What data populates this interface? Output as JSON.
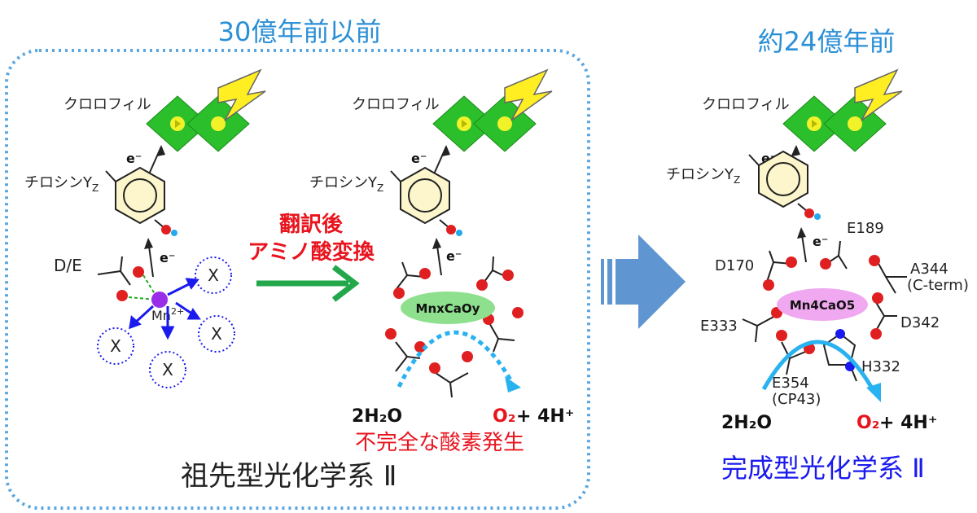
{
  "headers": {
    "left_title": "30億年前以前",
    "right_title": "約24億年前"
  },
  "labels": {
    "chlorophyll": "クロロフィル",
    "tyrosine": "チロシンY",
    "tyrosine_sub": "Z",
    "electron": "e⁻",
    "de": "D/E",
    "mn_ion": "Mn",
    "mn_ion_sup": "2+",
    "x": "X",
    "translation_line1": "翻訳後",
    "translation_line2": "アミノ酸変換",
    "cluster_left": "MnxCaOy",
    "cluster_right": "Mn4CaO5",
    "water": "2H₂O",
    "oxygen": "O₂",
    "protons": " + 4H⁺",
    "incomplete": "不完全な酸素発生",
    "ancestral": "祖先型光化学系 Ⅱ",
    "complete": "完成型光化学系 Ⅱ",
    "residues": {
      "d170": "D170",
      "e189": "E189",
      "a344": "A344",
      "a344_sub": "(C-term)",
      "d342": "D342",
      "e333": "E333",
      "h332": "H332",
      "e354": "E354",
      "e354_sub": "(CP43)"
    }
  },
  "colors": {
    "header": "#2b8fd6",
    "red_text": "#e8141e",
    "green_arrow": "#22a84a",
    "big_arrow": "#5f95d0",
    "complete_text": "#1a1aee",
    "chlorophyll": "#2bbf2b",
    "lightning": "#ffee22"
  }
}
